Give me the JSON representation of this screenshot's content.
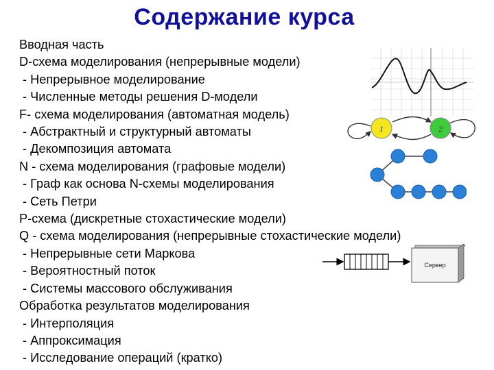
{
  "slide": {
    "title": "Содержание курса",
    "items": [
      "Вводная часть",
      "D-схема моделирования (непрерывные модели)",
      " - Непрерывное моделирование",
      " - Численные методы решения D-модели",
      "F- схема моделирования (автоматная модель)",
      " - Абстрактный и структурный автоматы",
      " - Декомпозиция автомата",
      "N - схема моделирования (графовые модели)",
      " - Граф как основа N-схемы моделирования",
      " - Сеть Петри",
      "P-схема (дискретные стохастические модели)",
      "Q - схема моделирования (непрерывные стохастические модели)",
      " - Непрерывные сети Маркова",
      " - Вероятностный поток",
      " - Системы массового обслуживания",
      "Обработка результатов моделирования",
      " - Интерполяция",
      " - Аппроксимация",
      " - Исследование операций (кратко)"
    ]
  },
  "figures": {
    "automaton": {
      "state_1": "1",
      "state_2": "2",
      "state_1_color": "#f4e620",
      "state_2_color": "#3ecb3e"
    },
    "graph": {
      "node_color": "#2a7fd6"
    },
    "queue": {
      "server_label": "Сервер"
    },
    "title_color": "#10109a"
  }
}
